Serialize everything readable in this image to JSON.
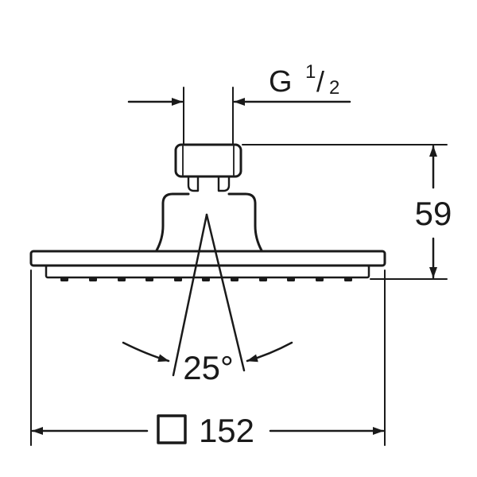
{
  "drawing": {
    "connection_thread": {
      "prefix": "G ",
      "numerator": "1",
      "slash": "/",
      "denominator": "2"
    },
    "height_dimension": "59",
    "spray_angle": "25°",
    "width_dimension": "152",
    "width_symbol": "square-symbol"
  },
  "colors": {
    "line": "#1a1a1a",
    "background": "#ffffff"
  }
}
